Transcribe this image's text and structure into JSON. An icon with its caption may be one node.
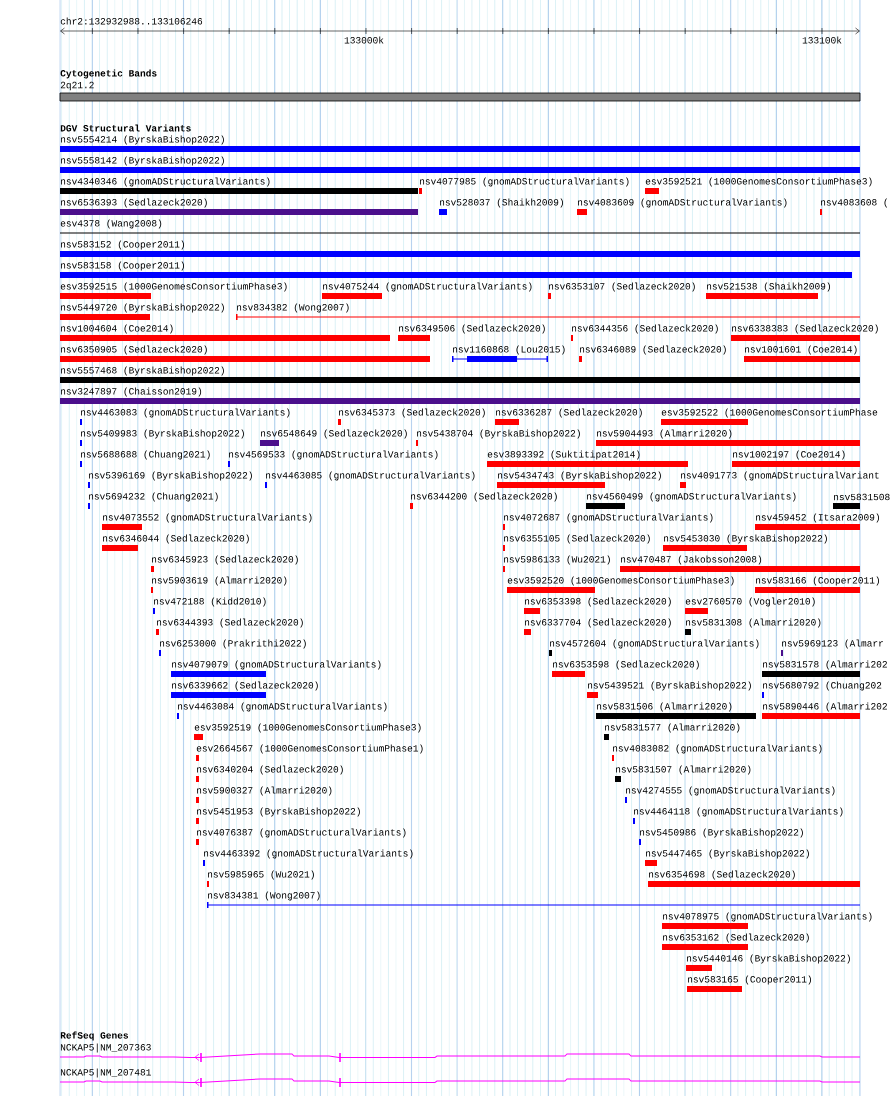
{
  "diagram": {
    "labels": [
      "chr2:132932988..133106246",
      "133000k",
      "133100k",
      "Cytogenetic Bands",
      "2q21.2",
      "DGV Structural Variants",
      "nsv5554214 (ByrskaBishop2022)",
      "nsv5558142 (ByrskaBishop2022)",
      "nsv4340346 (gnomADStructuralVariants)",
      "nsv4077985 (gnomADStructuralVariants)",
      "esv3592521 (1000GenomesConsortiumPhase3)",
      "nsv6536393 (Sedlazeck2020)",
      "nsv528037 (Shaikh2009)",
      "nsv4083609 (gnomADStructuralVariants)",
      "nsv4083608 (",
      "esv4378 (Wang2008)",
      "nsv583152 (Cooper2011)",
      "nsv583158 (Cooper2011)",
      "esv3592515 (1000GenomesConsortiumPhase3)",
      "nsv4075244 (gnomADStructuralVariants)",
      "nsv6353107 (Sedlazeck2020)",
      "nsv521538 (Shaikh2009)",
      "nsv5449720 (ByrskaBishop2022)",
      "nsv834382 (Wong2007)",
      "nsv1004604 (Coe2014)",
      "nsv6349506 (Sedlazeck2020)",
      "nsv6344356 (Sedlazeck2020)",
      "nsv6338383 (Sedlazeck2020)",
      "nsv6350905 (Sedlazeck2020)",
      "nsv1160868 (Lou2015)",
      "nsv6346089 (Sedlazeck2020)",
      "nsv1001601 (Coe2014)",
      "nsv5557468 (ByrskaBishop2022)",
      "nsv3247897 (Chaisson2019)",
      "nsv4463083 (gnomADStructuralVariants)",
      "nsv6345373 (Sedlazeck2020)",
      "nsv6336287 (Sedlazeck2020)",
      "esv3592522 (1000GenomesConsortiumPhase",
      "nsv5409983 (ByrskaBishop2022)",
      "nsv6548649 (Sedlazeck2020)",
      "nsv5438704 (ByrskaBishop2022)",
      "nsv5904493 (Almarri2020)",
      "nsv5688688 (Chuang2021)",
      "nsv4569533 (gnomADStructuralVariants)",
      "esv3893392 (Suktitipat2014)",
      "nsv1002197 (Coe2014)",
      "nsv5396169 (ByrskaBishop2022)",
      "nsv4463085 (gnomADStructuralVariants)",
      "nsv5434743 (ByrskaBishop2022)",
      "nsv4091773 (gnomADStructuralVariant",
      "nsv5694232 (Chuang2021)",
      "nsv6344200 (Sedlazeck2020)",
      "nsv4560499 (gnomADStructuralVariants)",
      "nsv5831508",
      "nsv4073552 (gnomADStructuralVariants)",
      "nsv4072687 (gnomADStructuralVariants)",
      "nsv459452 (Itsara2009)",
      "nsv6346044 (Sedlazeck2020)",
      "nsv6355105 (Sedlazeck2020)",
      "nsv5453030 (ByrskaBishop2022)",
      "nsv6345923 (Sedlazeck2020)",
      "nsv5986133 (Wu2021)",
      "nsv470487 (Jakobsson2008)",
      "nsv5903619 (Almarri2020)",
      "esv3592520 (1000GenomesConsortiumPhase3)",
      "nsv583166 (Cooper2011)",
      "nsv472188 (Kidd2010)",
      "nsv6353398 (Sedlazeck2020)",
      "esv2760570 (Vogler2010)",
      "nsv6344393 (Sedlazeck2020)",
      "nsv6337704 (Sedlazeck2020)",
      "nsv5831308 (Almarri2020)",
      "nsv6253000 (Prakrithi2022)",
      "nsv4572604 (gnomADStructuralVariants)",
      "nsv5969123 (Almarr",
      "nsv4079079 (gnomADStructuralVariants)",
      "nsv6353598 (Sedlazeck2020)",
      "nsv5831578 (Almarri202",
      "nsv6339662 (Sedlazeck2020)",
      "nsv5439521 (ByrskaBishop2022)",
      "nsv5680792 (Chuang202",
      "nsv4463084 (gnomADStructuralVariants)",
      "nsv5831506 (Almarri2020)",
      "nsv5890446 (Almarri202",
      "esv3592519 (1000GenomesConsortiumPhase3)",
      "nsv5831577 (Almarri2020)",
      "esv2664567 (1000GenomesConsortiumPhase1)",
      "nsv4083082 (gnomADStructuralVariants)",
      "nsv6340204 (Sedlazeck2020)",
      "nsv5831507 (Almarri2020)",
      "nsv5900327 (Almarri2020)",
      "nsv4274555 (gnomADStructuralVariants)",
      "nsv5451953 (ByrskaBishop2022)",
      "nsv4464118 (gnomADStructuralVariants)",
      "nsv4076387 (gnomADStructuralVariants)",
      "nsv5450986 (ByrskaBishop2022)",
      "nsv4463392 (gnomADStructuralVariants)",
      "nsv5447465 (ByrskaBishop2022)",
      "nsv5985965 (Wu2021)",
      "nsv6354698 (Sedlazeck2020)",
      "nsv834381 (Wong2007)",
      "nsv4078975 (gnomADStructuralVariants)",
      "nsv6353162 (Sedlazeck2020)",
      "nsv5440146 (ByrskaBishop2022)",
      "nsv583165 (Cooper2011)",
      "RefSeq Genes",
      "NCKAP5|NM_207363",
      "NCKAP5|NM_207481"
    ]
  }
}
